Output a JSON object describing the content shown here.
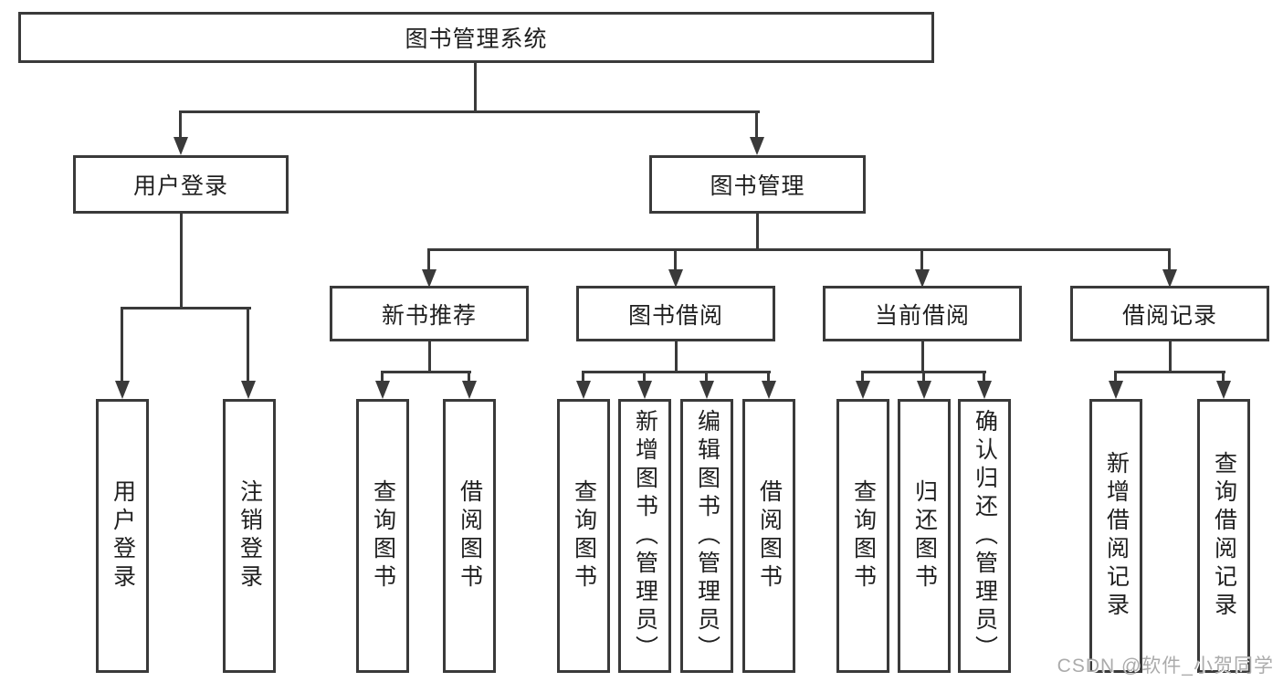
{
  "diagram": {
    "root": "图书管理系统",
    "branches": [
      {
        "label": "用户登录",
        "children": [
          {
            "label": "用户登录"
          },
          {
            "label": "注销登录"
          }
        ]
      },
      {
        "label": "图书管理",
        "children": [
          {
            "label": "新书推荐",
            "children": [
              {
                "label": "查询图书"
              },
              {
                "label": "借阅图书"
              }
            ]
          },
          {
            "label": "图书借阅",
            "children": [
              {
                "label": "查询图书"
              },
              {
                "label": "新增图书（管理员）"
              },
              {
                "label": "编辑图书（管理员）"
              },
              {
                "label": "借阅图书"
              }
            ]
          },
          {
            "label": "当前借阅",
            "children": [
              {
                "label": "查询图书"
              },
              {
                "label": "归还图书"
              },
              {
                "label": "确认归还（管理员）"
              }
            ]
          },
          {
            "label": "借阅记录",
            "children": [
              {
                "label": "新增借阅记录"
              },
              {
                "label": "查询借阅记录"
              }
            ]
          }
        ]
      }
    ]
  },
  "watermark": {
    "text": "CSDN @软件_小贺同学"
  },
  "colors": {
    "line": "#3a3a3a",
    "text": "#1f1f1f",
    "watermark": "#ababab",
    "background": "#ffffff"
  }
}
